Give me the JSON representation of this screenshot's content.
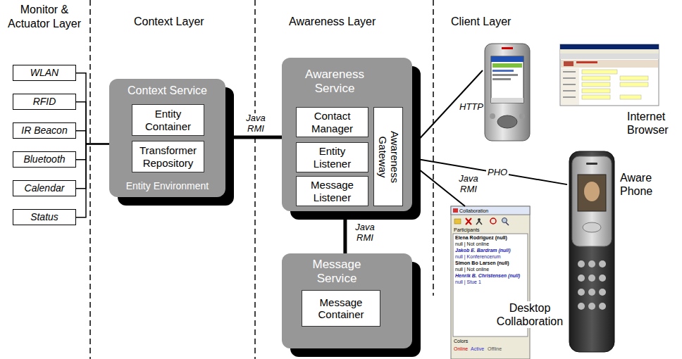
{
  "diagram": {
    "nodes": [
      {
        "text": [
          "WLAN"
        ]
      },
      {
        "text": [
          "RFID"
        ]
      },
      {
        "text": [
          "IR Beacon"
        ]
      },
      {
        "text": [
          "Bluetooth"
        ]
      },
      {
        "text": [
          "Calendar"
        ]
      },
      {
        "text": [
          "Status"
        ]
      },
      {
        "text": [
          "Context Service",
          "Entity Environment"
        ]
      },
      {
        "text": [
          "Entity Container"
        ],
        "in": 6
      },
      {
        "text": [
          "Transformer Repository"
        ],
        "in": 6
      },
      {
        "text": [
          "Awareness Service"
        ]
      },
      {
        "text": [
          "Contact Manager"
        ],
        "in": 9
      },
      {
        "text": [
          "Entity Listener"
        ],
        "in": 9
      },
      {
        "text": [
          "Message Listener"
        ],
        "in": 9
      },
      {
        "text": [
          "Awareness Gateway"
        ],
        "in": 9
      },
      {
        "text": [
          "Message Service"
        ]
      },
      {
        "text": [
          "Message Container"
        ],
        "in": 14
      },
      {
        "text": [
          "Internet Browser"
        ]
      },
      {
        "text": [
          "Aware Phone"
        ]
      },
      {
        "text": [
          "Collaboration",
          "Participants",
          "Elena Rodriguez (null)",
          "null | Not online",
          "Jakob E. Bardram (null)",
          "null | Konferencerum",
          "Simon Bo Larsen (null)",
          "null | Not online",
          "Henrik B. Christensen (null)",
          "null | Stue 1",
          "Colors",
          "Online",
          "Active",
          "Offline",
          "Desktop Collaboration"
        ]
      }
    ],
    "edges": [
      {
        "from": 0,
        "to": 6,
        "arrow": "none"
      },
      {
        "from": 1,
        "to": 6,
        "arrow": "none"
      },
      {
        "from": 2,
        "to": 6,
        "arrow": "none"
      },
      {
        "from": 3,
        "to": 6,
        "arrow": "none"
      },
      {
        "from": 4,
        "to": 6,
        "arrow": "none"
      },
      {
        "from": 5,
        "to": 6,
        "arrow": "none"
      },
      {
        "from": 6,
        "to": 9,
        "label": "Java RMI",
        "arrow": "none"
      },
      {
        "from": 9,
        "to": 14,
        "label": "Java RMI",
        "arrow": "none"
      },
      {
        "from": 13,
        "to": 16,
        "label": "HTTP",
        "arrow": "none"
      },
      {
        "from": 13,
        "to": 17,
        "label": "PHO",
        "arrow": "none"
      },
      {
        "from": 13,
        "to": 18,
        "label": "Java RMI",
        "arrow": "none"
      }
    ],
    "labels": [
      "Monitor & Actuator Layer",
      "Context Layer",
      "Awareness Layer",
      "Client Layer"
    ]
  }
}
